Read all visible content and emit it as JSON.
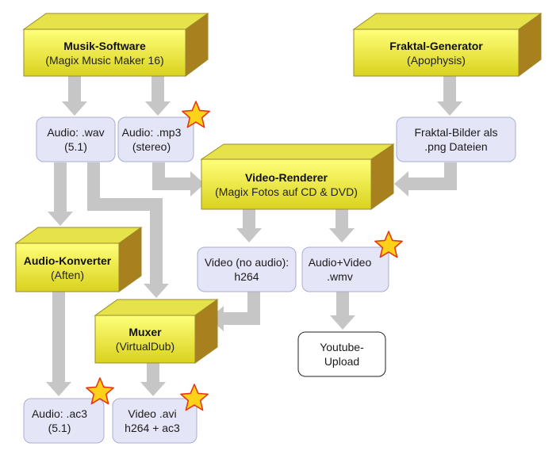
{
  "colors": {
    "box_front_top": "#ffff7a",
    "box_front_bottom": "#d9d21e",
    "box_top": "#e6e24a",
    "box_side": "#a8801e",
    "box_stroke": "#9a8a2a",
    "file_fill": "#e4e6f8",
    "file_stroke": "#a8acd4",
    "plain_fill": "#ffffff",
    "plain_stroke": "#222222",
    "arrow": "#c6c6c6",
    "star_fill": "#ffd21a",
    "star_stroke": "#e23a14"
  },
  "nodes": {
    "musik": {
      "title": "Musik-Software",
      "subtitle": "(Magix Music Maker 16)"
    },
    "fraktal": {
      "title": "Fraktal-Generator",
      "subtitle": "(Apophysis)"
    },
    "renderer": {
      "title": "Video-Renderer",
      "subtitle": "(Magix Fotos auf CD & DVD)"
    },
    "konverter": {
      "title": "Audio-Konverter",
      "subtitle": "(Aften)"
    },
    "muxer": {
      "title": "Muxer",
      "subtitle": "(VirtualDub)"
    },
    "wav": {
      "line1": "Audio: .wav",
      "line2": "(5.1)"
    },
    "mp3": {
      "line1": "Audio: .mp3",
      "line2": "(stereo)"
    },
    "pngs": {
      "line1": "Fraktal-Bilder als",
      "line2": ".png Dateien"
    },
    "h264": {
      "line1": "Video (no audio):",
      "line2": "h264"
    },
    "wmv": {
      "line1": "Audio+Video",
      "line2": ".wmv"
    },
    "ac3": {
      "line1": "Audio: .ac3",
      "line2": "(5.1)"
    },
    "avi": {
      "line1": "Video .avi",
      "line2": "h264 + ac3"
    },
    "youtube": {
      "line1": "Youtube-",
      "line2": "Upload"
    }
  }
}
